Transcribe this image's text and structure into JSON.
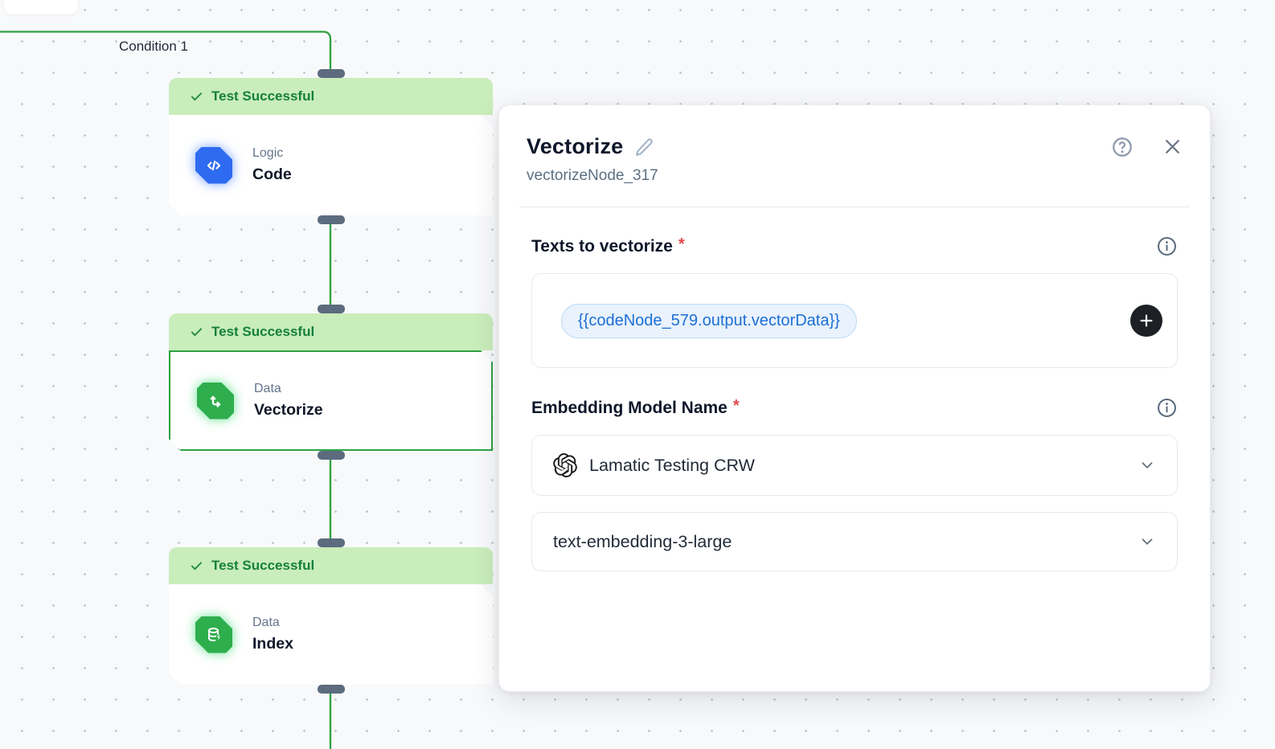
{
  "canvas": {
    "condition_label": "Condition 1",
    "nodes": [
      {
        "status": "Test Successful",
        "category": "Logic",
        "title": "Code",
        "icon": "code-icon"
      },
      {
        "status": "Test Successful",
        "category": "Data",
        "title": "Vectorize",
        "icon": "vector-axis-icon",
        "selected": true
      },
      {
        "status": "Test Successful",
        "category": "Data",
        "title": "Index",
        "icon": "database-bolt-icon"
      }
    ]
  },
  "panel": {
    "title": "Vectorize",
    "subtitle": "vectorizeNode_317",
    "required_marker": "*",
    "texts_field": {
      "label": "Texts to vectorize",
      "chip": "{{codeNode_579.output.vectorData}}"
    },
    "embedding_field": {
      "label": "Embedding Model Name",
      "credential": "Lamatic Testing CRW",
      "model": "text-embedding-3-large"
    }
  },
  "colors": {
    "edge_green": "#2ea043",
    "banner_green": "#c9edbb",
    "status_text_green": "#15803d",
    "node_blue": "#2e6bf0",
    "node_green": "#2fae4e",
    "handle_slate": "#5c6b7e",
    "chip_text_blue": "#1c6fd4",
    "chip_bg_blue": "#e9f2fd",
    "required_red": "#e5484d",
    "plus_button_black": "#1d2126"
  }
}
